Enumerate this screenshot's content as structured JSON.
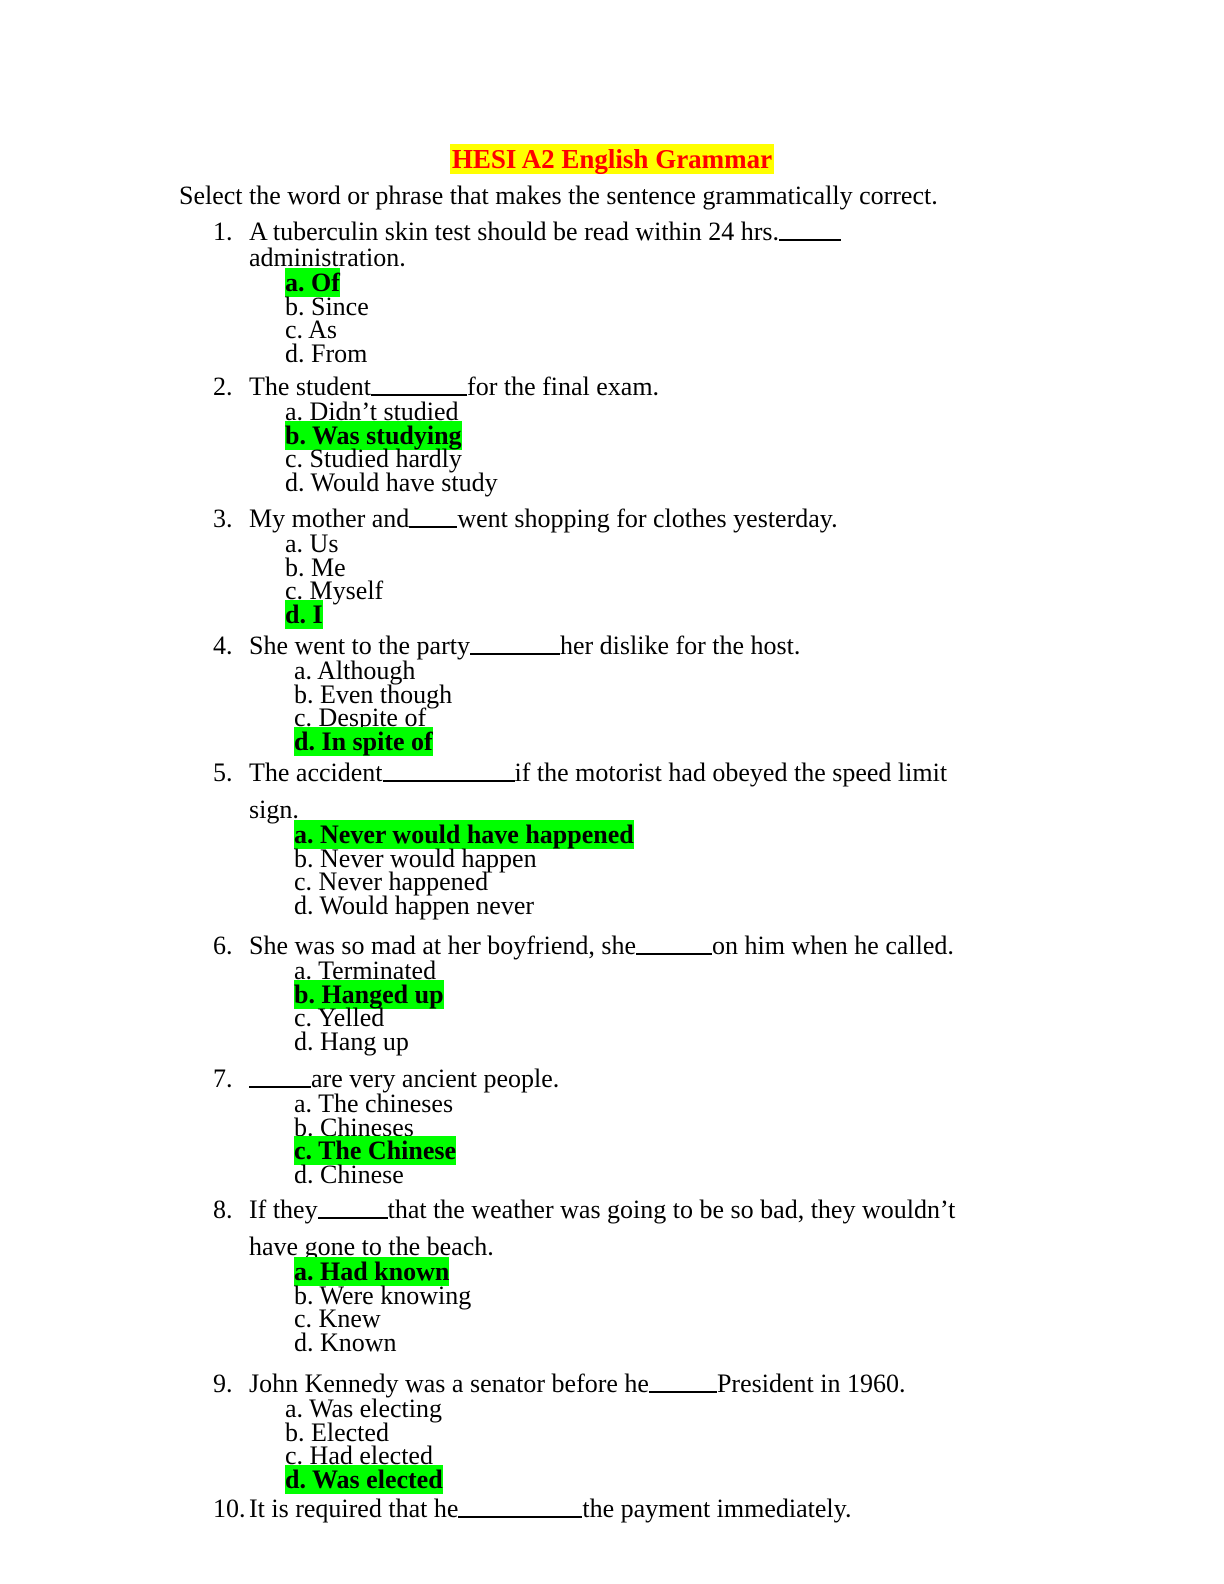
{
  "title": "HESI A2 English Grammar",
  "instructions": "Select the word or phrase that makes the sentence grammatically correct.",
  "questions": [
    {
      "num": "1.",
      "before": "A tuberculin skin test should be read within 24 hrs. ",
      "after": "",
      "line2": "administration.",
      "options": [
        {
          "text": "a.  Of",
          "correct": true
        },
        {
          "text": "b.  Since",
          "correct": false
        },
        {
          "text": "c.  As",
          "correct": false
        },
        {
          "text": "d.  From",
          "correct": false
        }
      ]
    },
    {
      "num": "2.",
      "before": "The student",
      "after": "for the final exam.",
      "line2": "",
      "options": [
        {
          "text": "a. Didn’t studied",
          "correct": false
        },
        {
          "text": "b.  Was studying",
          "correct": true
        },
        {
          "text": "c. Studied hardly",
          "correct": false
        },
        {
          "text": "d. Would have study",
          "correct": false
        }
      ]
    },
    {
      "num": "3.",
      "before": "My mother and",
      "after": "went shopping for clothes yesterday.",
      "line2": "",
      "options": [
        {
          "text": "a.  Us",
          "correct": false
        },
        {
          "text": "b.  Me",
          "correct": false
        },
        {
          "text": "c.  Myself",
          "correct": false
        },
        {
          "text": "d. I",
          "correct": true
        }
      ]
    },
    {
      "num": "4.",
      "before": "She went to the party",
      "after": "her dislike for the host.",
      "line2": "",
      "options": [
        {
          "text": "a.  Although",
          "correct": false
        },
        {
          "text": "b.  Even though",
          "correct": false
        },
        {
          "text": "c.  Despite of",
          "correct": false
        },
        {
          "text": "d. In spite of",
          "correct": true
        }
      ]
    },
    {
      "num": "5.",
      "before": "The accident",
      "after": "if the motorist had obeyed the speed limit",
      "line2": "sign.",
      "options": [
        {
          "text": "a.  Never would have happened",
          "correct": true
        },
        {
          "text": "b.  Never would happen",
          "correct": false
        },
        {
          "text": "c.  Never happened",
          "correct": false
        },
        {
          "text": "d.  Would happen never",
          "correct": false
        }
      ]
    },
    {
      "num": "6.",
      "before": "She was so mad at her boyfriend, she",
      "after": "on him when he called.",
      "line2": "",
      "options": [
        {
          "text": "a. Terminated",
          "correct": false
        },
        {
          "text": "b. Hanged up",
          "correct": true
        },
        {
          "text": "c. Yelled",
          "correct": false
        },
        {
          "text": "d. Hang up",
          "correct": false
        }
      ]
    },
    {
      "num": "7.",
      "before": "",
      "after": "are very ancient people.",
      "line2": "",
      "options": [
        {
          "text": "a.  The chineses",
          "correct": false
        },
        {
          "text": "b.  Chineses",
          "correct": false
        },
        {
          "text": "c.  The Chinese",
          "correct": true
        },
        {
          "text": "d.  Chinese",
          "correct": false
        }
      ]
    },
    {
      "num": "8.",
      "before": "If they",
      "after": "that the weather was going to be so bad, they wouldn’t",
      "line2": "have gone to the beach.",
      "options": [
        {
          "text": "a.  Had known",
          "correct": true
        },
        {
          "text": "b.  Were knowing",
          "correct": false
        },
        {
          "text": "c.  Knew",
          "correct": false
        },
        {
          "text": "d.  Known",
          "correct": false
        }
      ]
    },
    {
      "num": "9.",
      "before": "John Kennedy was a senator before he",
      "after": "President in 1960.",
      "line2": "",
      "options": [
        {
          "text": "a.  Was electing",
          "correct": false
        },
        {
          "text": "b.  Elected",
          "correct": false
        },
        {
          "text": "c.  Had elected",
          "correct": false
        },
        {
          "text": "d.  Was elected",
          "correct": true
        }
      ]
    },
    {
      "num": "10.",
      "before": "It is required that he",
      "after": "the payment immediately.",
      "line2": "",
      "options": []
    }
  ]
}
